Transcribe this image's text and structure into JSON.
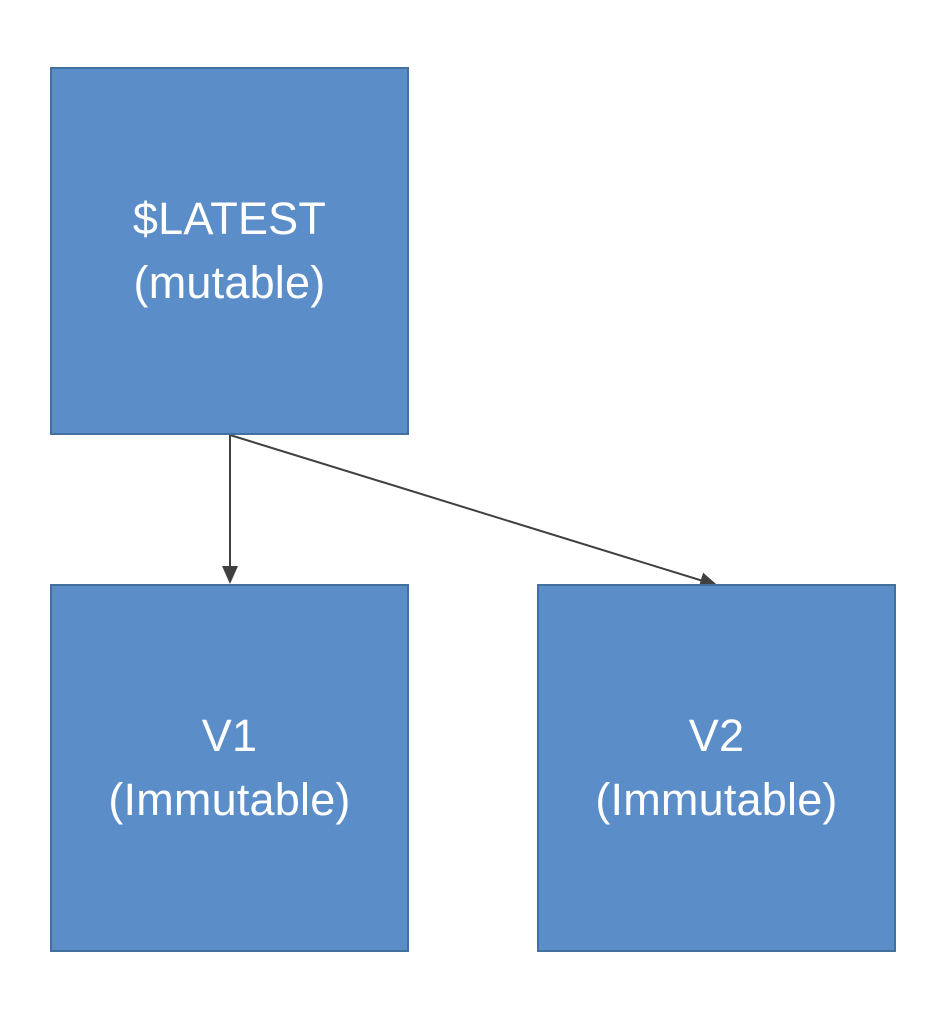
{
  "colors": {
    "node_fill": "#5b8ec9",
    "node_border": "#41719c",
    "node_text": "#ffffff",
    "arrow": "#404040",
    "background": "#ffffff"
  },
  "nodes": {
    "latest": {
      "line1": "$LATEST",
      "line2": "(mutable)"
    },
    "v1": {
      "line1": "V1",
      "line2": "(Immutable)"
    },
    "v2": {
      "line1": "V2",
      "line2": "(Immutable)"
    }
  },
  "connections": [
    {
      "from": "latest",
      "to": "v1"
    },
    {
      "from": "latest",
      "to": "v2"
    }
  ]
}
